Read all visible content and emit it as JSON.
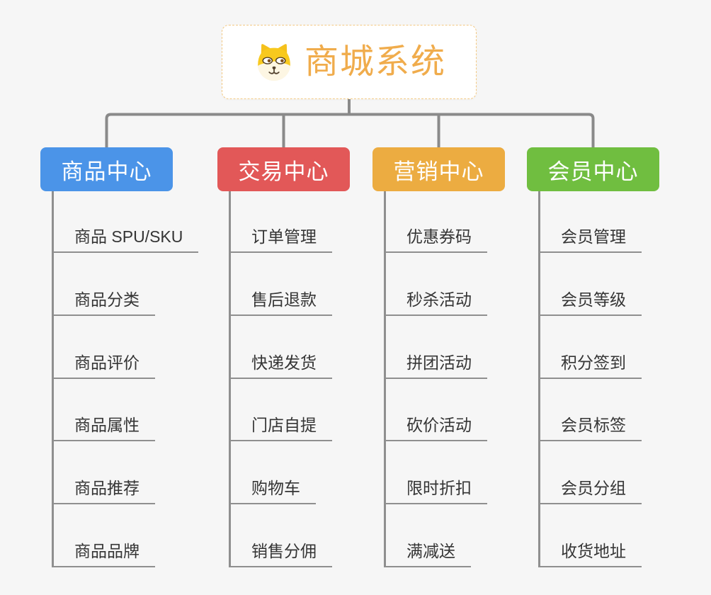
{
  "root": {
    "title": "商城系统",
    "icon": "dog-icon",
    "title_color": "#f0ac4c",
    "border_color": "#f3c983"
  },
  "branches": [
    {
      "label": "商品中心",
      "color": "#4b94e8",
      "children": [
        "商品 SPU/SKU",
        "商品分类",
        "商品评价",
        "商品属性",
        "商品推荐",
        "商品品牌"
      ]
    },
    {
      "label": "交易中心",
      "color": "#e25858",
      "children": [
        "订单管理",
        "售后退款",
        "快递发货",
        "门店自提",
        "购物车",
        "销售分佣"
      ]
    },
    {
      "label": "营销中心",
      "color": "#ecac41",
      "children": [
        "优惠券码",
        "秒杀活动",
        "拼团活动",
        "砍价活动",
        "限时折扣",
        "满减送"
      ]
    },
    {
      "label": "会员中心",
      "color": "#70be40",
      "children": [
        "会员管理",
        "会员等级",
        "积分签到",
        "会员标签",
        "会员分组",
        "收货地址"
      ]
    }
  ],
  "connector_color": "#8a8a8a",
  "line_color": "#8f8f8f",
  "background_color": "#f6f6f6"
}
